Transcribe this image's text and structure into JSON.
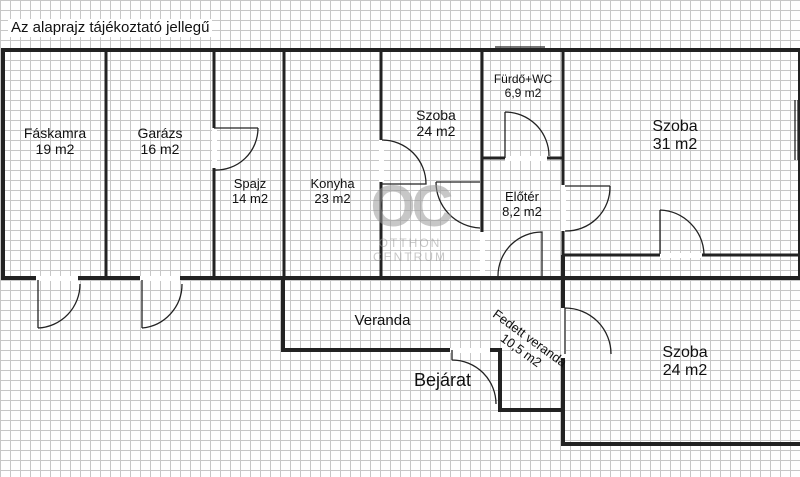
{
  "caption": "Az alaprajz tájékoztató jellegű",
  "rooms": [
    {
      "name": "Fáskamra",
      "area": "19 m2"
    },
    {
      "name": "Garázs",
      "area": "16 m2"
    },
    {
      "name": "Spajz",
      "area": "14 m2"
    },
    {
      "name": "Konyha",
      "area": "23 m2"
    },
    {
      "name": "Szoba",
      "area": "24 m2"
    },
    {
      "name": "Fürdő+WC",
      "area": "6,9 m2"
    },
    {
      "name": "Szoba",
      "area": "31 m2"
    },
    {
      "name": "Előtér",
      "area": "8,2 m2"
    },
    {
      "name": "Veranda",
      "area": ""
    },
    {
      "name": "Szoba",
      "area": "24 m2"
    }
  ],
  "covered_veranda": {
    "name": "Fedett veranda",
    "area": "10,5 m2"
  },
  "entrance": "Bejárat",
  "watermark": {
    "logo": "OC",
    "line1": "OTTHON",
    "line2": "CENTRUM"
  }
}
